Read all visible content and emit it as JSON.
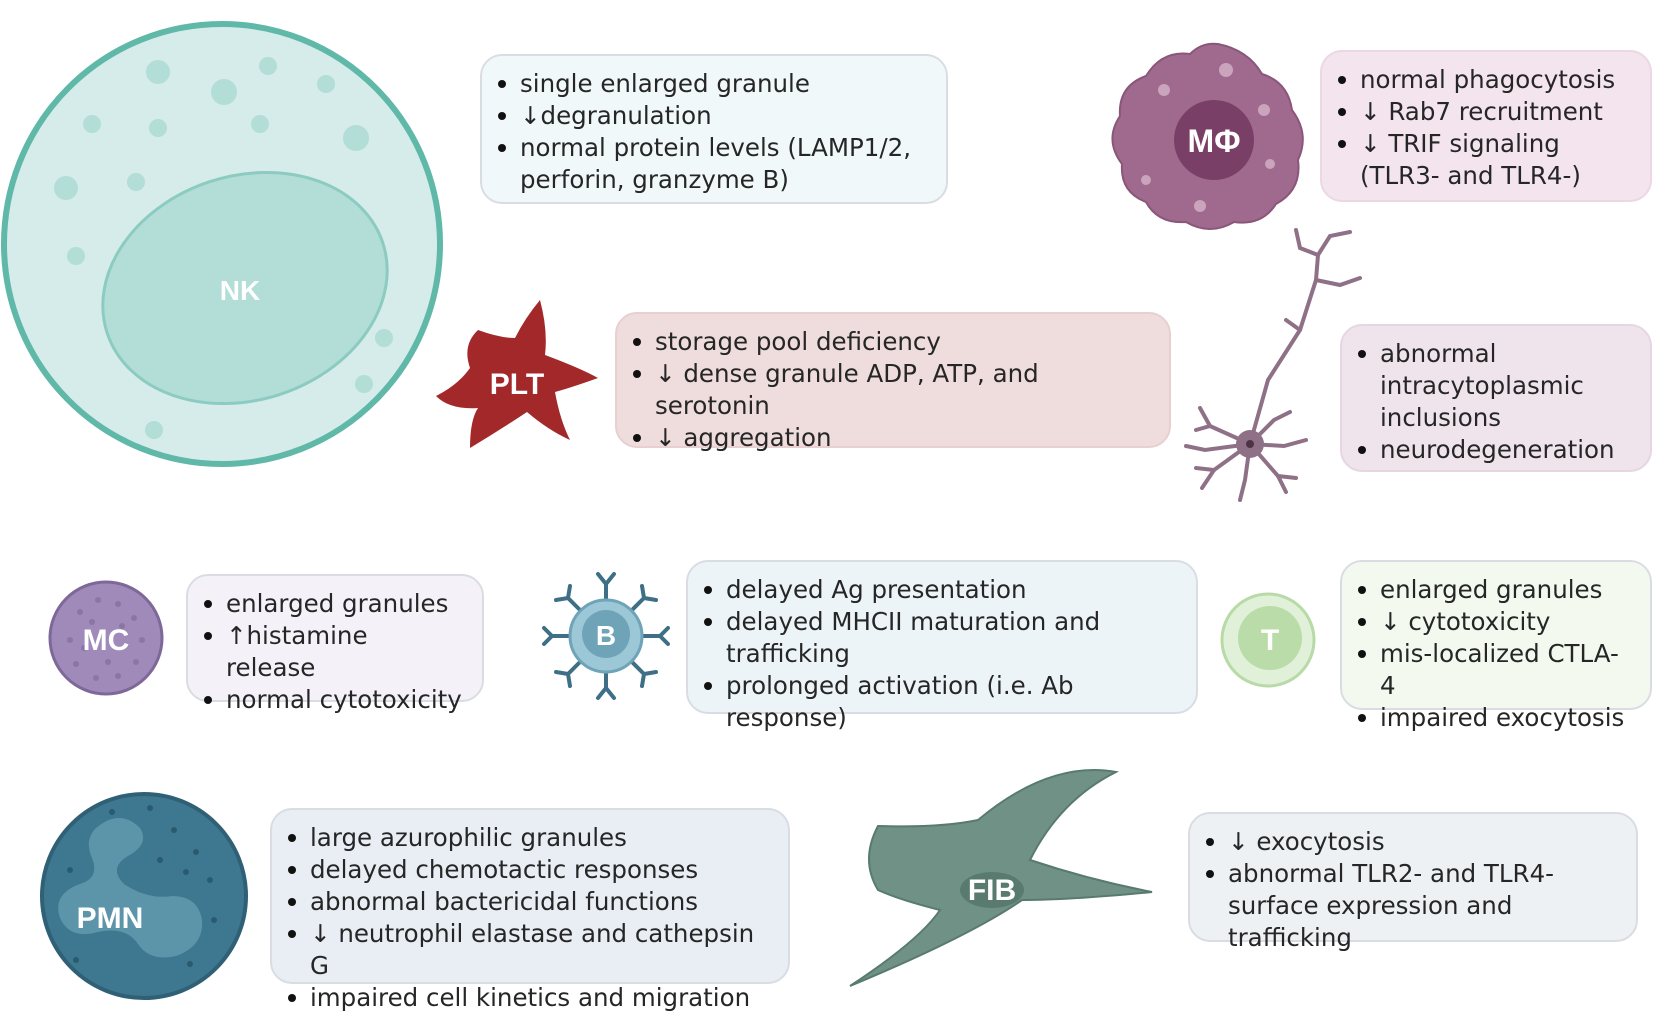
{
  "cells": {
    "nk": "NK",
    "plt": "PLT",
    "mphi": "MΦ",
    "mc": "MC",
    "b": "B",
    "t": "T",
    "pmn": "PMN",
    "fib": "FIB"
  },
  "boxes": {
    "nk": [
      "single enlarged granule",
      "↓degranulation",
      "normal protein levels (LAMP1/2, perforin, granzyme B)"
    ],
    "mphi": [
      "normal phagocytosis",
      "↓ Rab7 recruitment",
      "↓ TRIF signaling (TLR3- and TLR4-)"
    ],
    "plt": [
      "storage pool deficiency",
      "↓  dense granule ADP, ATP, and serotonin",
      "↓ aggregation"
    ],
    "neuron": [
      "abnormal intracytoplasmic inclusions",
      "neurodegeneration"
    ],
    "mc": [
      "enlarged granules",
      "↑histamine release",
      "normal cytotoxicity"
    ],
    "b": [
      "delayed Ag presentation",
      "delayed MHCII maturation and trafficking",
      "prolonged activation (i.e. Ab response)"
    ],
    "t": [
      "enlarged granules",
      "↓ cytotoxicity",
      "mis-localized CTLA-4",
      "impaired exocytosis"
    ],
    "pmn": [
      "large azurophilic granules",
      "delayed chemotactic responses",
      "abnormal bactericidal functions",
      "↓ neutrophil elastase and cathepsin G",
      "impaired cell kinetics and migration"
    ],
    "fib": [
      "↓ exocytosis",
      "abnormal TLR2- and TLR4- surface expression and trafficking"
    ]
  },
  "colors": {
    "nk": "#5fb8a8",
    "plt": "#a3282a",
    "mphi": "#a06a8e",
    "mc": "#7e6899",
    "b": "#6fa3b8",
    "t": "#c5e2b7",
    "pmn": "#3e7890",
    "fib": "#6f9186",
    "neuron": "#8f7187"
  }
}
